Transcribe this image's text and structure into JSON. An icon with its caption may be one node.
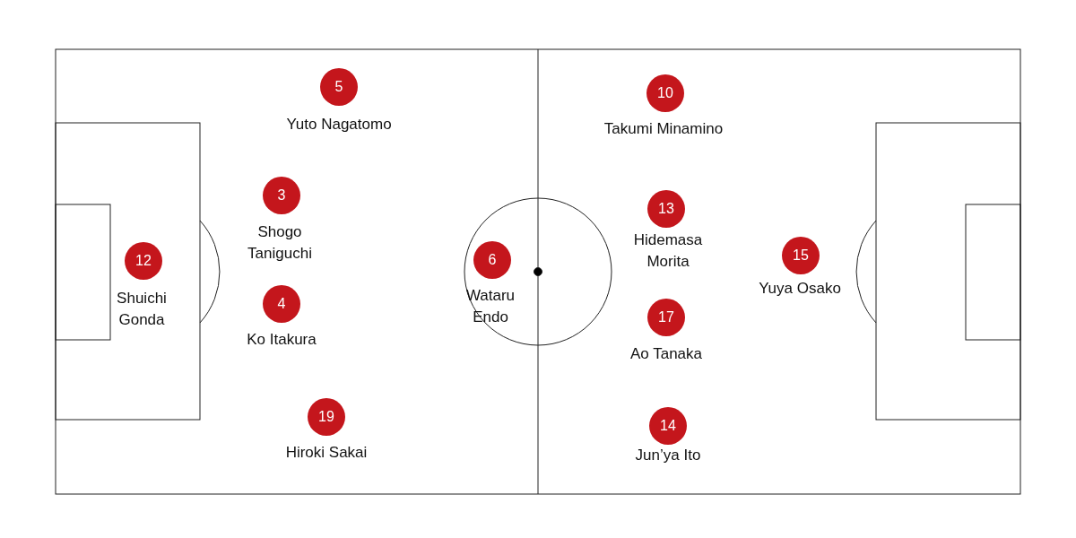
{
  "diagram": {
    "nodes": [
      {
        "text": [
          "5"
        ],
        "beside": [
          "Yuto Nagatomo"
        ]
      },
      {
        "text": [
          "10"
        ],
        "beside": [
          "Takumi Minamino"
        ]
      },
      {
        "text": [
          "3"
        ],
        "beside": [
          "Shogo Taniguchi"
        ]
      },
      {
        "text": [
          "13"
        ],
        "beside": [
          "Hidemasa Morita"
        ]
      },
      {
        "text": [
          "12"
        ],
        "beside": [
          "Shuichi Gonda"
        ]
      },
      {
        "text": [
          "15"
        ],
        "beside": [
          "Yuya Osako"
        ]
      },
      {
        "text": [
          "6"
        ],
        "beside": [
          "Wataru Endo"
        ]
      },
      {
        "text": [
          "4"
        ],
        "beside": [
          "Ko Itakura"
        ]
      },
      {
        "text": [
          "17"
        ],
        "beside": [
          "Ao Tanaka"
        ]
      },
      {
        "text": [
          "19"
        ],
        "beside": [
          "Hiroki Sakai"
        ]
      },
      {
        "text": [
          "14"
        ],
        "beside": [
          "Jun’ya Ito"
        ]
      }
    ]
  }
}
